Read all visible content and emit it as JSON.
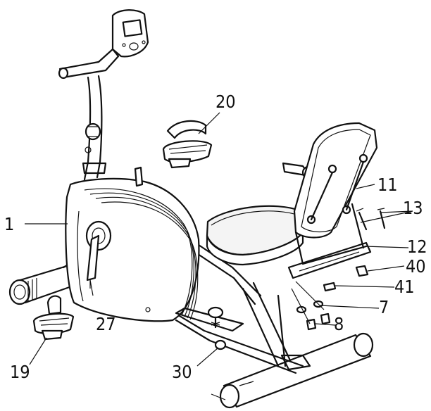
{
  "diagram": {
    "callouts": [
      {
        "id": "part-1",
        "label": "1"
      },
      {
        "id": "part-20",
        "label": "20"
      },
      {
        "id": "part-11",
        "label": "11"
      },
      {
        "id": "part-13",
        "label": "13"
      },
      {
        "id": "part-12",
        "label": "12"
      },
      {
        "id": "part-40",
        "label": "40"
      },
      {
        "id": "part-41",
        "label": "41"
      },
      {
        "id": "part-7",
        "label": "7"
      },
      {
        "id": "part-8",
        "label": "8"
      },
      {
        "id": "part-27",
        "label": "27"
      },
      {
        "id": "part-19",
        "label": "19"
      },
      {
        "id": "part-30",
        "label": "30"
      }
    ]
  }
}
